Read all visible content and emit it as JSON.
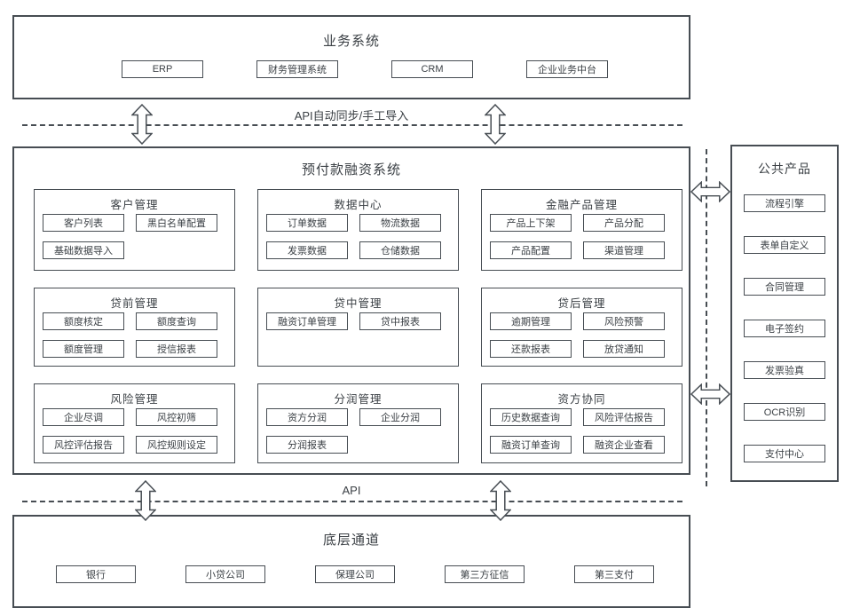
{
  "colors": {
    "border": "#474d53",
    "text": "#3b4045",
    "background": "#ffffff"
  },
  "top_system": {
    "title": "业务系统",
    "items": [
      "ERP",
      "财务管理系统",
      "CRM",
      "企业业务中台"
    ]
  },
  "top_connector": {
    "label": "API自动同步/手工导入"
  },
  "core": {
    "title": "预付款融资系统",
    "modules": [
      {
        "title": "客户管理",
        "items": [
          "客户列表",
          "黑白名单配置",
          "基础数据导入"
        ]
      },
      {
        "title": "数据中心",
        "items": [
          "订单数据",
          "物流数据",
          "发票数据",
          "仓储数据"
        ]
      },
      {
        "title": "金融产品管理",
        "items": [
          "产品上下架",
          "产品分配",
          "产品配置",
          "渠道管理"
        ]
      },
      {
        "title": "贷前管理",
        "items": [
          "额度核定",
          "额度查询",
          "额度管理",
          "授信报表"
        ]
      },
      {
        "title": "贷中管理",
        "items": [
          "融资订单管理",
          "贷中报表"
        ]
      },
      {
        "title": "贷后管理",
        "items": [
          "逾期管理",
          "风险预警",
          "还款报表",
          "放贷通知"
        ]
      },
      {
        "title": "风险管理",
        "items": [
          "企业尽调",
          "风控初筛",
          "风控评估报告",
          "风控规则设定"
        ]
      },
      {
        "title": "分润管理",
        "items": [
          "资方分润",
          "企业分润",
          "分润报表"
        ]
      },
      {
        "title": "资方协同",
        "items": [
          "历史数据查询",
          "风险评估报告",
          "融资订单查询",
          "融资企业查看"
        ]
      }
    ]
  },
  "public_products": {
    "title": "公共产品",
    "items": [
      "流程引擎",
      "表单自定义",
      "合同管理",
      "电子签约",
      "发票验真",
      "OCR识别",
      "支付中心"
    ]
  },
  "bottom_connector": {
    "label": "API"
  },
  "channels": {
    "title": "底层通道",
    "items": [
      "银行",
      "小贷公司",
      "保理公司",
      "第三方征信",
      "第三支付"
    ]
  }
}
